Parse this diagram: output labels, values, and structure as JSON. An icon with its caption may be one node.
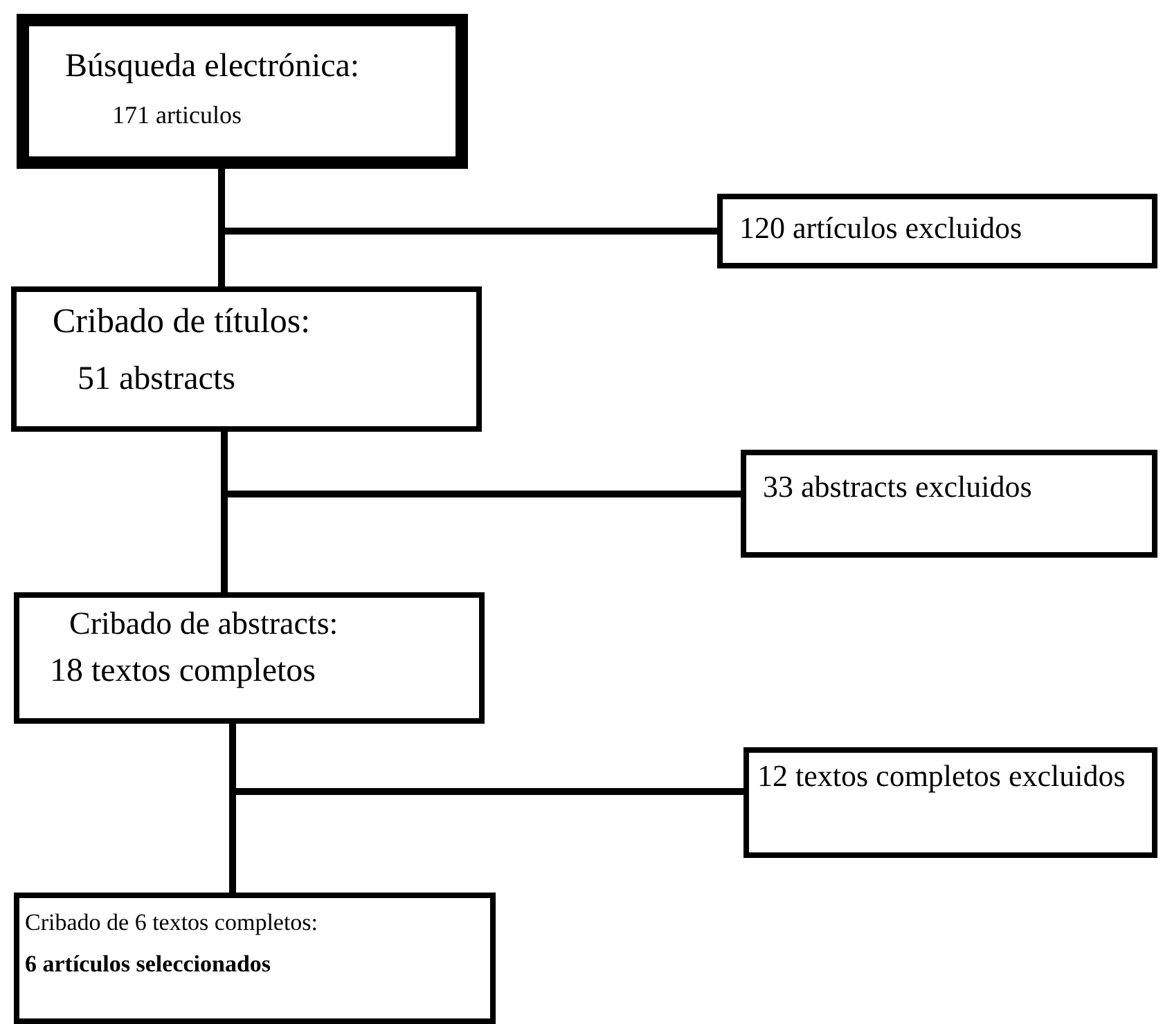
{
  "diagram": {
    "nodes": [
      {
        "text": [
          "Búsqueda electrónica:",
          "171 articulos"
        ]
      },
      {
        "text": [
          "120 artículos excluidos"
        ]
      },
      {
        "text": [
          "Cribado de títulos:",
          "51 abstracts"
        ]
      },
      {
        "text": [
          "33 abstracts excluidos"
        ]
      },
      {
        "text": [
          "Cribado de abstracts:",
          "18 textos completos"
        ]
      },
      {
        "text": [
          "12 textos completos excluidos"
        ]
      },
      {
        "text": [
          "Cribado de 6 textos completos:",
          "6 artículos seleccionados"
        ]
      }
    ],
    "edges": [
      {
        "from": 0,
        "to": 2,
        "arrow": "none"
      },
      {
        "from": 0,
        "to": 1,
        "arrow": "none"
      },
      {
        "from": 2,
        "to": 4,
        "arrow": "none"
      },
      {
        "from": 2,
        "to": 3,
        "arrow": "none"
      },
      {
        "from": 4,
        "to": 6,
        "arrow": "none"
      },
      {
        "from": 4,
        "to": 5,
        "arrow": "none"
      }
    ]
  }
}
